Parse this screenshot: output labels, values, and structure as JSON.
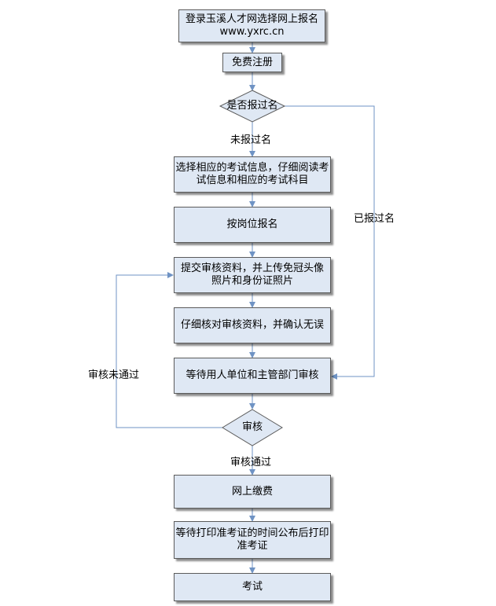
{
  "colors": {
    "box_fill": "#dfe8f4",
    "box_border": "#5b5b5b",
    "connector": "#6f93c4"
  },
  "steps": {
    "login_line1": "登录玉溪人才网选择网上报名",
    "login_line2": "www.yxrc.cn",
    "register": "免费注册",
    "choose_line1": "选择相应的考试信息，仔细阅读考",
    "choose_line2": "试信息和相应的考试科目",
    "apply": "按岗位报名",
    "submit_line1": "提交审核资料，并上传免冠头像",
    "submit_line2": "照片和身份证照片",
    "check": "仔细核对审核资料，并确认无误",
    "wait_review": "等待用人单位和主管部门审核",
    "pay": "网上缴费",
    "wait_print_line1": "等待打印准考证的时间公布后打印",
    "wait_print_line2": "准考证",
    "exam": "考试"
  },
  "decisions": {
    "registered": "是否报过名",
    "review": "审核"
  },
  "edge_labels": {
    "not_registered": "未报过名",
    "registered": "已报过名",
    "review_failed": "审核未通过",
    "review_passed": "审核通过"
  }
}
